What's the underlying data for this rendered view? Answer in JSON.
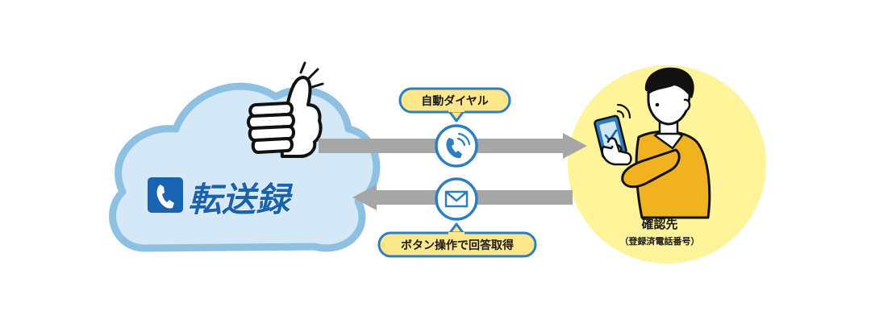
{
  "brand": {
    "name": "転送録",
    "icon": "phone-icon",
    "color": "#1a63b0"
  },
  "flow": {
    "outgoing_label": "自動ダイヤル",
    "outgoing_icon": "phone-call-icon",
    "incoming_label": "ボタン操作で回答取得",
    "incoming_icon": "mail-icon"
  },
  "destination": {
    "title": "確認先",
    "subtitle": "（登録済電話番号）"
  },
  "colors": {
    "cloud_fill": "#d4e8f7",
    "cloud_stroke": "#8ec0e2",
    "arrow": "#a6a6a6",
    "badge_fill": "#fde78a",
    "badge_stroke": "#2b7fc0",
    "circle_fill": "#fff49a",
    "jacket": "#f0b21e"
  }
}
